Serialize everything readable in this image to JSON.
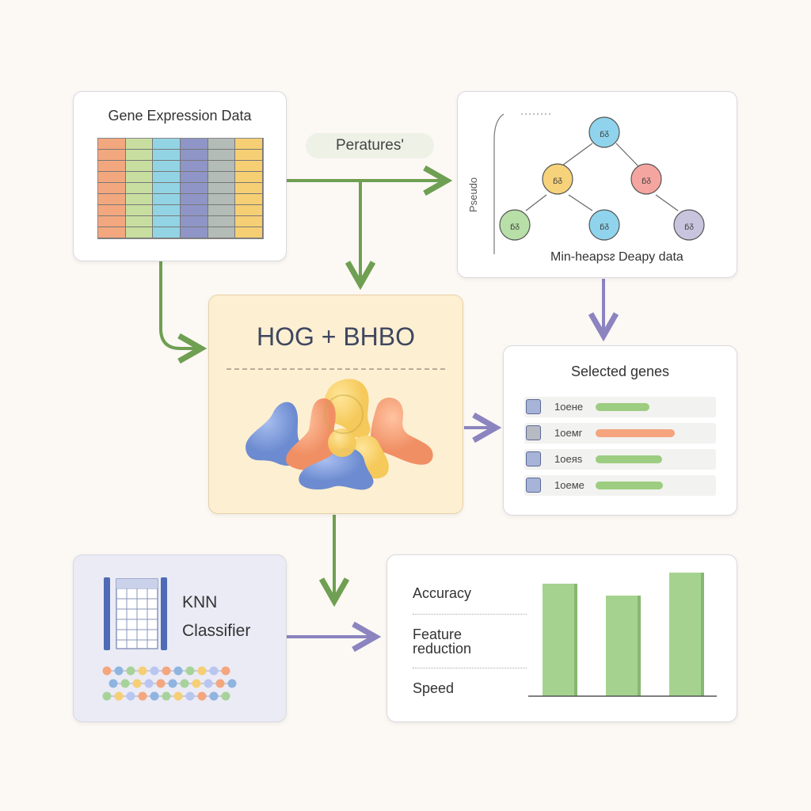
{
  "gene_data": {
    "title": "Gene Expression Data",
    "column_colors": [
      "#f3a77f",
      "#c8dea0",
      "#93d4e4",
      "#8f95c6",
      "#b3bcb6",
      "#f6cf74"
    ],
    "row_count": 9
  },
  "features_label": "Peratures'",
  "heap_card": {
    "side_label": "Pseudo",
    "caption": "Min-heapsᴤ Deapy data",
    "node_label": "ᵷᵹ",
    "node_colors": {
      "root": "#8fd4ec",
      "left": "#f6d27a",
      "right": "#f4a5a0",
      "leaf1": "#b7dfa7",
      "leaf2": "#8fd4ec",
      "leaf3": "#c9c4dd"
    }
  },
  "hog_bhbo": {
    "title": "HOG + BHBO"
  },
  "selected_genes": {
    "title": "Selected genes",
    "items": [
      {
        "label": "1oене",
        "fill": 0.45,
        "color": "#9ccd80",
        "box": "#a7b4d8"
      },
      {
        "label": "1oeмr",
        "fill": 0.66,
        "color": "#f5a47e",
        "box": "#b7b9c3"
      },
      {
        "label": "1oeяs",
        "fill": 0.55,
        "color": "#9ccd80",
        "box": "#a7b4d8"
      },
      {
        "label": "1oeмe",
        "fill": 0.56,
        "color": "#9ccd80",
        "box": "#a7b4d8"
      }
    ]
  },
  "knn": {
    "line1": "KNN",
    "line2": "Classifier"
  },
  "metrics": {
    "labels": [
      "Accuracy",
      "Feature",
      "reduction",
      "Speed"
    ]
  },
  "chart_data": {
    "type": "bar",
    "categories": [
      "",
      "",
      ""
    ],
    "values": [
      142,
      127,
      156
    ],
    "ylim": [
      0,
      160
    ],
    "grid": false,
    "legend": "none",
    "bar_color": "#a5d38f"
  },
  "colors": {
    "green_arrow": "#6f9f52",
    "purple_arrow": "#8b84bf",
    "hog_card_bg": "#fdefd2",
    "knn_card_bg": "#ebebf6"
  }
}
